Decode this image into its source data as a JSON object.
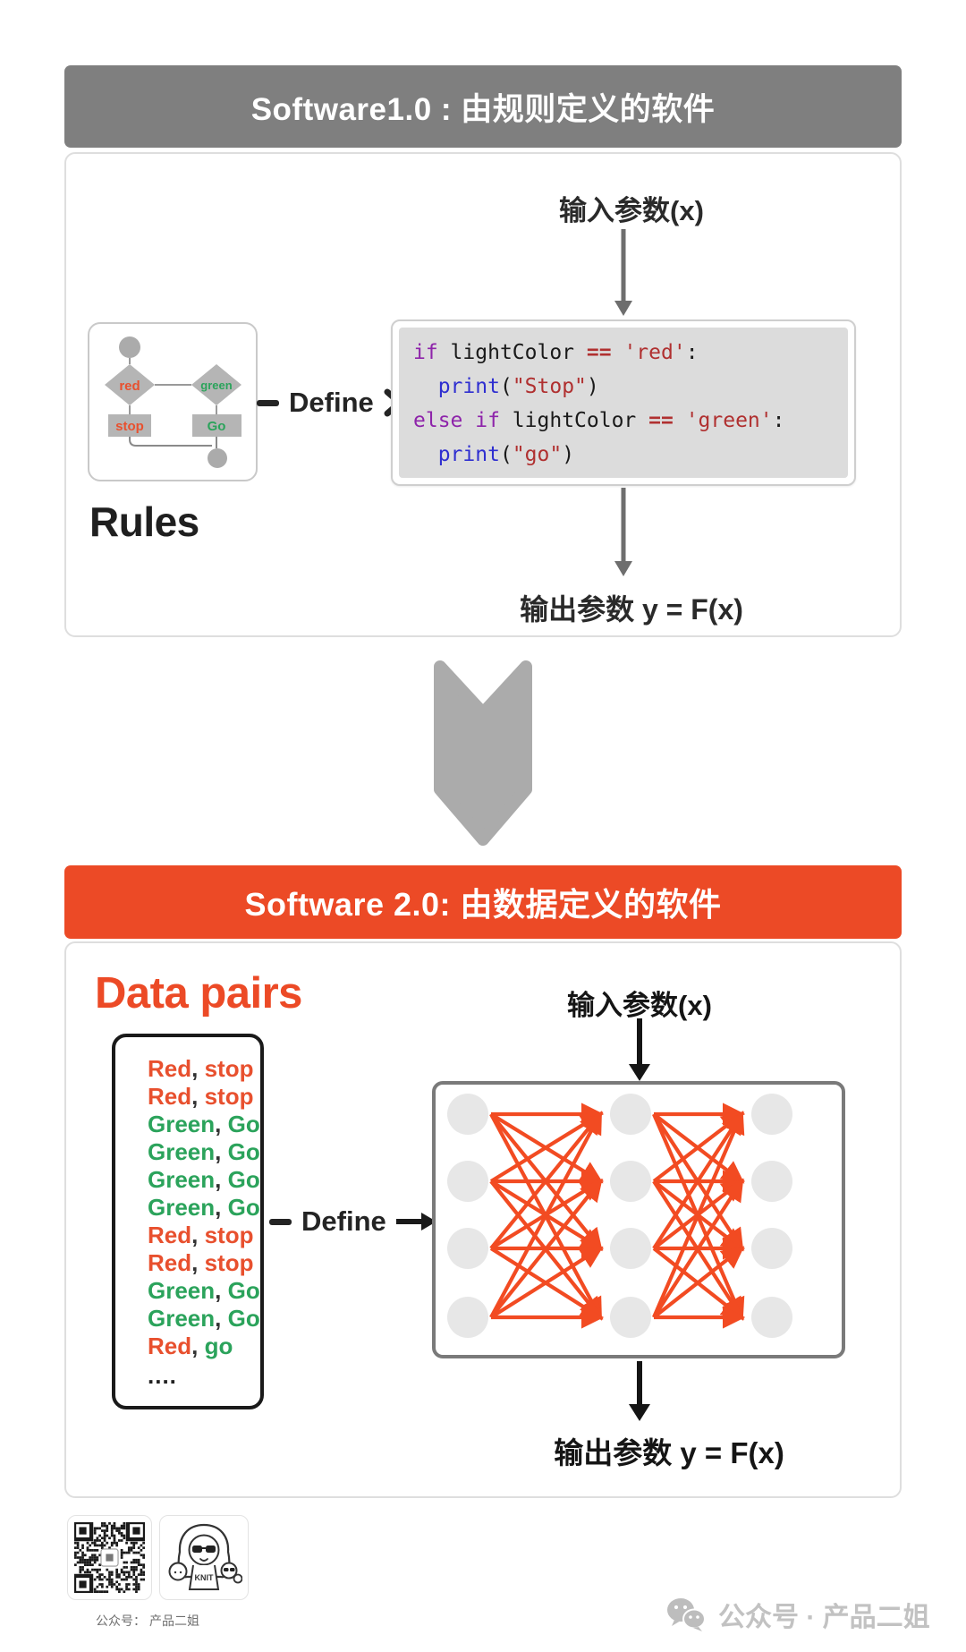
{
  "colors": {
    "gray_header_bg": "#7F7F7F",
    "orange_accent": "#EC4A26",
    "green_text": "#2BA35B",
    "red_text": "#E8502E",
    "chevron_gray": "#ABABAB",
    "code_bg": "#DCDCDC",
    "nn_node_gray": "#E7E7E7",
    "flow_shape_gray": "#B5B5B5",
    "nn_arrow_orange": "#F24B22"
  },
  "panel1": {
    "title": "Software1.0 : 由规则定义的软件",
    "input_label": "输入参数(x)",
    "define_label": "Define",
    "rules_label": "Rules",
    "output_label": "输出参数 y = F(x)",
    "flowchart": {
      "cond_red": "red",
      "cond_green": "green",
      "action_stop": "stop",
      "action_go": "Go"
    },
    "code_lines": [
      [
        {
          "t": "if",
          "k": "kw"
        },
        {
          "t": " lightColor ",
          "k": "plain"
        },
        {
          "t": "==",
          "k": "op"
        },
        {
          "t": " ",
          "k": "plain"
        },
        {
          "t": "'red'",
          "k": "str"
        },
        {
          "t": ":",
          "k": "plain"
        }
      ],
      [
        {
          "t": "  ",
          "k": "plain"
        },
        {
          "t": "print",
          "k": "fn"
        },
        {
          "t": "(",
          "k": "plain"
        },
        {
          "t": "\"Stop\"",
          "k": "str"
        },
        {
          "t": ")",
          "k": "plain"
        }
      ],
      [
        {
          "t": "else",
          "k": "kw"
        },
        {
          "t": " ",
          "k": "plain"
        },
        {
          "t": "if",
          "k": "kw"
        },
        {
          "t": " lightColor ",
          "k": "plain"
        },
        {
          "t": "==",
          "k": "op"
        },
        {
          "t": " ",
          "k": "plain"
        },
        {
          "t": "'green'",
          "k": "str"
        },
        {
          "t": ":",
          "k": "plain"
        }
      ],
      [
        {
          "t": "  ",
          "k": "plain"
        },
        {
          "t": "print",
          "k": "fn"
        },
        {
          "t": "(",
          "k": "plain"
        },
        {
          "t": "\"go\"",
          "k": "str"
        },
        {
          "t": ")",
          "k": "plain"
        }
      ]
    ]
  },
  "panel2": {
    "title": "Software 2.0: 由数据定义的软件",
    "data_pairs_title": "Data pairs",
    "input_label": "输入参数(x)",
    "define_label": "Define",
    "output_label": "输出参数 y = F(x)",
    "pairs": [
      {
        "a": "Red",
        "b": "stop",
        "a_color": "red",
        "b_color": "red"
      },
      {
        "a": "Red",
        "b": "stop",
        "a_color": "red",
        "b_color": "red"
      },
      {
        "a": "Green",
        "b": "Go",
        "a_color": "green",
        "b_color": "green"
      },
      {
        "a": "Green",
        "b": "Go",
        "a_color": "green",
        "b_color": "green"
      },
      {
        "a": "Green",
        "b": "Go",
        "a_color": "green",
        "b_color": "green"
      },
      {
        "a": "Green",
        "b": "Go",
        "a_color": "green",
        "b_color": "green"
      },
      {
        "a": "Red",
        "b": "stop",
        "a_color": "red",
        "b_color": "red"
      },
      {
        "a": "Red",
        "b": "stop",
        "a_color": "red",
        "b_color": "red"
      },
      {
        "a": "Green",
        "b": "Go",
        "a_color": "green",
        "b_color": "green"
      },
      {
        "a": "Green",
        "b": "Go",
        "a_color": "green",
        "b_color": "green"
      },
      {
        "a": "Red",
        "b": "go",
        "a_color": "red",
        "b_color": "green"
      }
    ],
    "ellipsis": "....",
    "network": {
      "layers": [
        4,
        4,
        4
      ]
    }
  },
  "footer": {
    "qr_caption": "公众号： 产品二姐",
    "watermark_text": "公众号 · 产品二姐",
    "avatar_shirt_text": "KNIT"
  }
}
